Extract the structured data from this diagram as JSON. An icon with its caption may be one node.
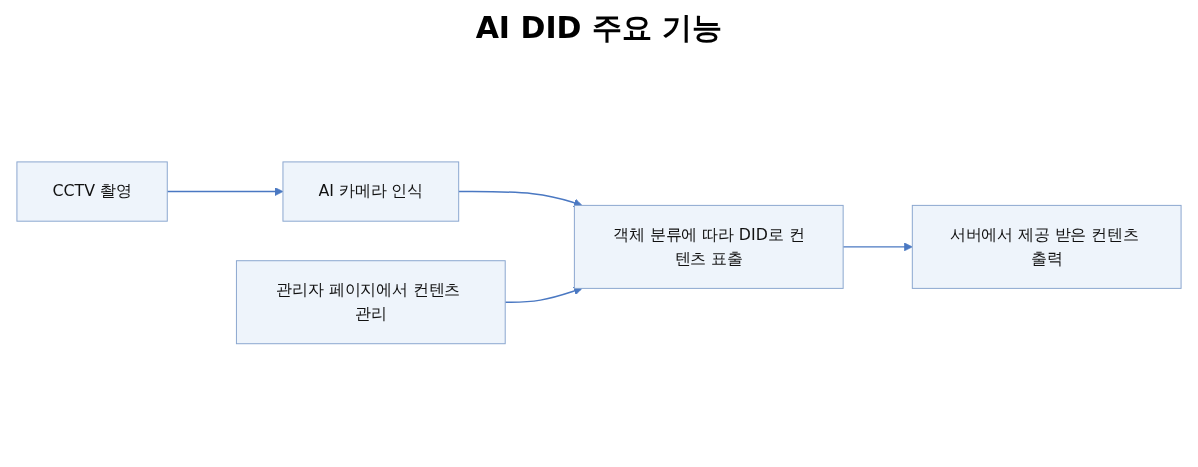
{
  "diagram": {
    "title": "AI DID 주요 기능",
    "nodes": [
      {
        "text": [
          "CCTV 촬영"
        ]
      },
      {
        "text": [
          "AI 카메라 인식"
        ]
      },
      {
        "text": [
          "관리자 페이지에서 컨텐츠 관리"
        ]
      },
      {
        "text": [
          "객체 분류에 따라 DID로 컨텐츠 표출"
        ]
      },
      {
        "text": [
          "서버에서 제공 받은 컨텐츠 출력"
        ]
      }
    ],
    "edges": [
      {
        "from": 0,
        "to": 1,
        "arrow": "to"
      },
      {
        "from": 1,
        "to": 3,
        "arrow": "to"
      },
      {
        "from": 2,
        "to": 3,
        "arrow": "to"
      },
      {
        "from": 3,
        "to": 4,
        "arrow": "to"
      }
    ]
  }
}
